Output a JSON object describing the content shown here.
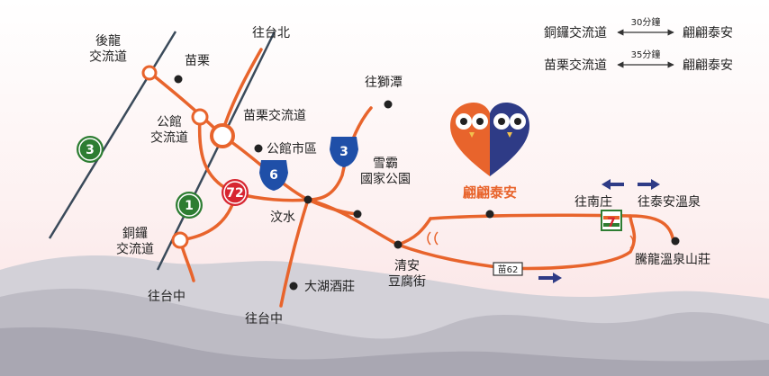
{
  "colors": {
    "road": "#E8642C",
    "highway": "#3a4a5a",
    "brand": "#E8642C",
    "navy": "#2e3b86",
    "shield_green": "#2d7d32",
    "shield_blue": "#1f4fa8",
    "shield_red": "#d72631",
    "mountain_dark": "#b7b5bd",
    "mountain_light": "#d3d1d8",
    "sky_pink": "#fbe6e6"
  },
  "legend": {
    "route1": {
      "from": "銅鑼交流道",
      "time": "30分鐘",
      "to": "翩翩泰安"
    },
    "route2": {
      "from": "苗栗交流道",
      "time": "35分鐘",
      "to": "翩翩泰安"
    }
  },
  "labels": {
    "to_taipei": "往台北",
    "houlong": "後龍\n交流道",
    "miaoli": "苗栗",
    "gongguan_ic": "公館\n交流道",
    "miaoli_ic": "苗栗交流道",
    "gongguan_district": "公館市區",
    "to_shitan": "往獅潭",
    "shei_pa": "雪霸\n國家公園",
    "wenshui": "汶水",
    "tongluo_ic": "銅鑼\n交流道",
    "to_taichung_1": "往台中",
    "to_taichung_2": "往台中",
    "dahu_winery": "大湖酒莊",
    "qingan": "清安\n豆腐街",
    "to_nanzhuang": "往南庄",
    "to_taian_hotspring": "往泰安溫泉",
    "tenglong": "騰龍溫泉山莊",
    "brand": "翩翩泰安",
    "road_sign": "苗62",
    "seven_eleven": "7"
  },
  "shields": {
    "nat_3": "3",
    "prov_3": "3",
    "nat_1": "1",
    "nat_6": "6",
    "prov_72": "72"
  },
  "icons": {
    "arrow_left": "arrow-left-icon",
    "arrow_right": "arrow-right-icon",
    "owl": "owl-heart-logo",
    "store": "seven-eleven-icon",
    "dot": "location-dot-icon"
  }
}
